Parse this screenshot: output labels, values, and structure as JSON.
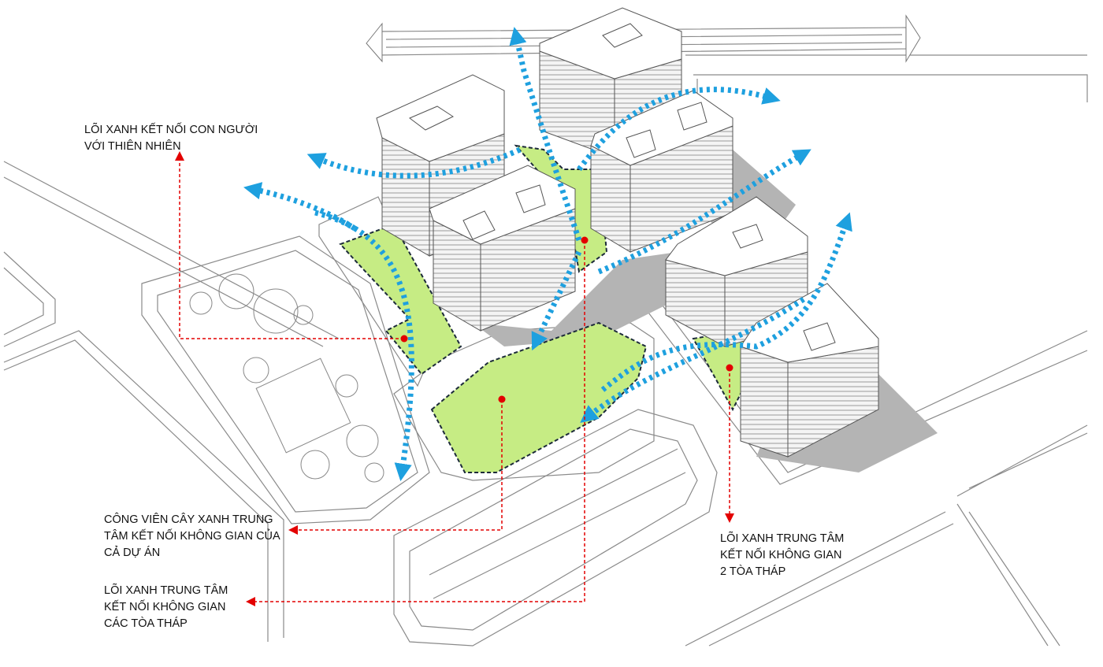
{
  "labels": {
    "green_core_people_nature": "LÕI XANH KẾT NỐI CON NGƯỜI\nVỚI THIÊN NHIÊN",
    "central_park": "CÔNG VIÊN CÂY XANH TRUNG\nTÂM KẾT NỐI KHÔNG GIAN CỦA\nCẢ DỰ ÁN",
    "central_core_towers": "LÕI XANH TRUNG TÂM\nKẾT NỐI KHÔNG GIAN\nCÁC TÒA THÁP",
    "central_core_two_towers": "LÕI XANH TRUNG TÂM\nKẾT NỐI KHÔNG GIAN\n2 TÒA THÁP"
  },
  "colors": {
    "green_space": "#c6ec84",
    "flow_arrow": "#1ea0df",
    "leader_line": "#e30000"
  }
}
